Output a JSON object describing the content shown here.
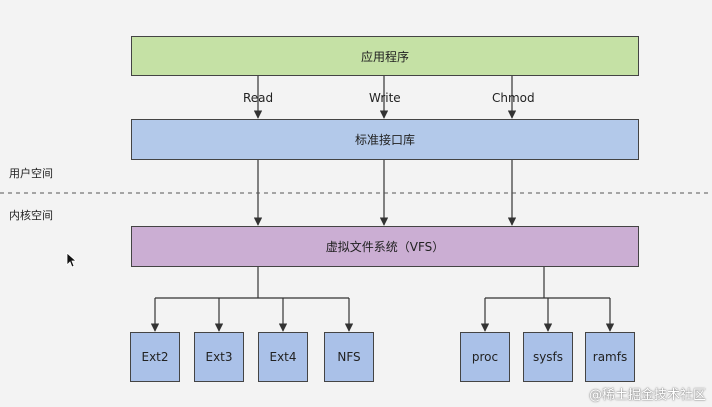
{
  "layers": {
    "app": "应用程序",
    "stdlib": "标准接口库",
    "vfs": "虚拟文件系统（VFS）"
  },
  "syscalls": [
    "Read",
    "Write",
    "Chmod"
  ],
  "regions": {
    "user_space": "用户空间",
    "kernel_space": "内核空间"
  },
  "filesystems": {
    "left_group": [
      "Ext2",
      "Ext3",
      "Ext4",
      "NFS"
    ],
    "right_group": [
      "proc",
      "sysfs",
      "ramfs"
    ]
  },
  "watermark": "@稀土掘金技术社区",
  "colors": {
    "app": "#c5e1a5",
    "stdlib": "#b3c9ea",
    "vfs": "#cbaed3",
    "fs_box": "#aac1e8",
    "line": "#333333"
  }
}
